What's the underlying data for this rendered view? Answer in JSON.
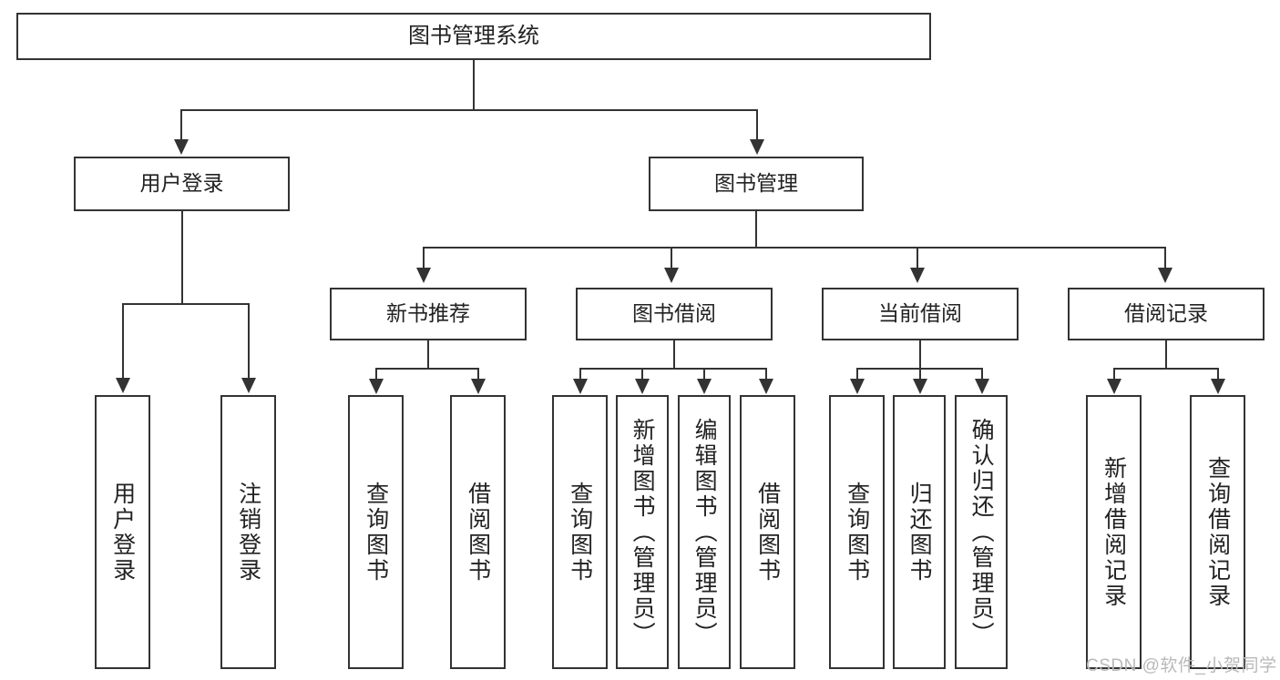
{
  "diagram": {
    "title": "图书管理系统",
    "root": {
      "label": "图书管理系统"
    },
    "level2": [
      {
        "label": "用户登录"
      },
      {
        "label": "图书管理"
      }
    ],
    "level3": [
      {
        "label": "新书推荐"
      },
      {
        "label": "图书借阅"
      },
      {
        "label": "当前借阅"
      },
      {
        "label": "借阅记录"
      }
    ],
    "leaves": {
      "user_login": [
        {
          "label": "用户登录"
        },
        {
          "label": "注销登录"
        }
      ],
      "new_book_rec": [
        {
          "label": "查询图书"
        },
        {
          "label": "借阅图书"
        }
      ],
      "book_borrow": [
        {
          "label": "查询图书"
        },
        {
          "label": "新增图书（管理员）"
        },
        {
          "label": "编辑图书（管理员）"
        },
        {
          "label": "借阅图书"
        }
      ],
      "current_borrow": [
        {
          "label": "查询图书"
        },
        {
          "label": "归还图书"
        },
        {
          "label": "确认归还（管理员）"
        }
      ],
      "borrow_record": [
        {
          "label": "新增借阅记录"
        },
        {
          "label": "查询借阅记录"
        }
      ]
    }
  },
  "watermark": {
    "text": "CSDN @软件_小贺同学"
  },
  "colors": {
    "stroke": "#333333",
    "background": "#ffffff",
    "text": "#222222",
    "watermark": "#b9b9b9"
  }
}
